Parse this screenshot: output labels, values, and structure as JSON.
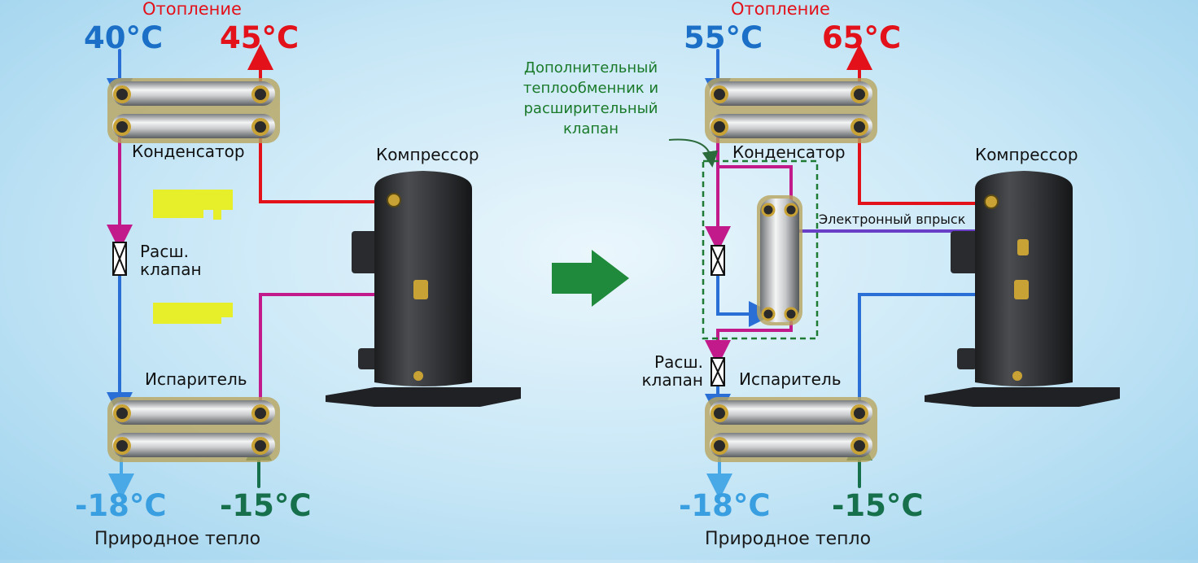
{
  "left": {
    "heating_label": "Отопление",
    "t_in": "40°C",
    "t_out": "45°C",
    "condenser_label": "Конденсатор",
    "compressor_label": "Компрессор",
    "valve_label_line1": "Расш.",
    "valve_label_line2": "клапан",
    "evaporator_label": "Испаритель",
    "t_bottom_left": "-18°C",
    "t_bottom_right": "-15°C",
    "nature_label": "Природное тепло"
  },
  "right": {
    "heating_label": "Отопление",
    "t_in": "55°C",
    "t_out": "65°C",
    "note_line1": "Дополнительный",
    "note_line2": "теплообменник и",
    "note_line3": "расширительный",
    "note_line4": "клапан",
    "condenser_label": "Конденсатор",
    "compressor_label": "Компрессор",
    "injection_label": "Электронный впрыск",
    "valve_label_line1": "Расш.",
    "valve_label_line2": "клапан",
    "evaporator_label": "Испаритель",
    "t_bottom_left": "-18°C",
    "t_bottom_right": "-15°C",
    "nature_label": "Природное тепло"
  },
  "colors": {
    "hot_pipe": "#e3111a",
    "cold_pipe": "#2a6fd6",
    "refrigerant_liquid": "#c21a8a",
    "injection_pipe": "#6a3fc8",
    "ambient_out": "#17704c",
    "arrow": "#1f8a3b",
    "dashed_box": "#1f7a34"
  }
}
